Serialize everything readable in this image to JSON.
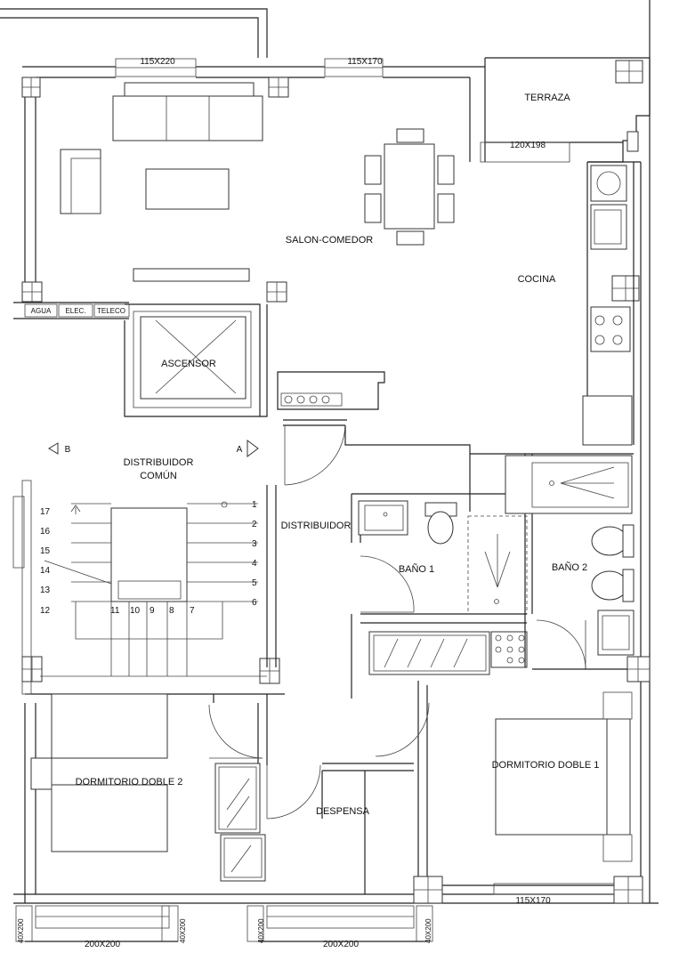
{
  "rooms": {
    "salon": "SALON-COMEDOR",
    "terraza": "TERRAZA",
    "cocina": "COCINA",
    "ascensor": "ASCENSOR",
    "distribuidor_comun_1": "DISTRIBUIDOR",
    "distribuidor_comun_2": "COMÚN",
    "distribuidor": "DISTRIBUIDOR",
    "bano1": "BAÑO 1",
    "bano2": "BAÑO 2",
    "dormitorio1": "DORMITORIO DOBLE 1",
    "dormitorio2": "DORMITORIO DOBLE 2",
    "despensa": "DESPENSA"
  },
  "windows": {
    "w_salon_left": "115X220",
    "w_salon_right": "115X170",
    "w_terraza": "120X198",
    "w_dorm1": "115X170",
    "w_bottom_left": "200X200",
    "w_bottom_right": "200X200",
    "w_side_1": "40X200",
    "w_side_2": "40X200",
    "w_side_3": "40X200",
    "w_side_4": "40X200"
  },
  "meters": {
    "agua": "AGUA",
    "elec": "ELEC.",
    "teleco": "TELECO"
  },
  "section_markers": {
    "b": "B",
    "a": "A"
  },
  "stairs": {
    "right_steps": [
      "1",
      "2",
      "3",
      "4",
      "5",
      "6"
    ],
    "left_steps": [
      "17",
      "16",
      "15",
      "14",
      "13",
      "12"
    ],
    "bottom_steps": [
      "11",
      "10",
      "9",
      "8",
      "7"
    ]
  }
}
